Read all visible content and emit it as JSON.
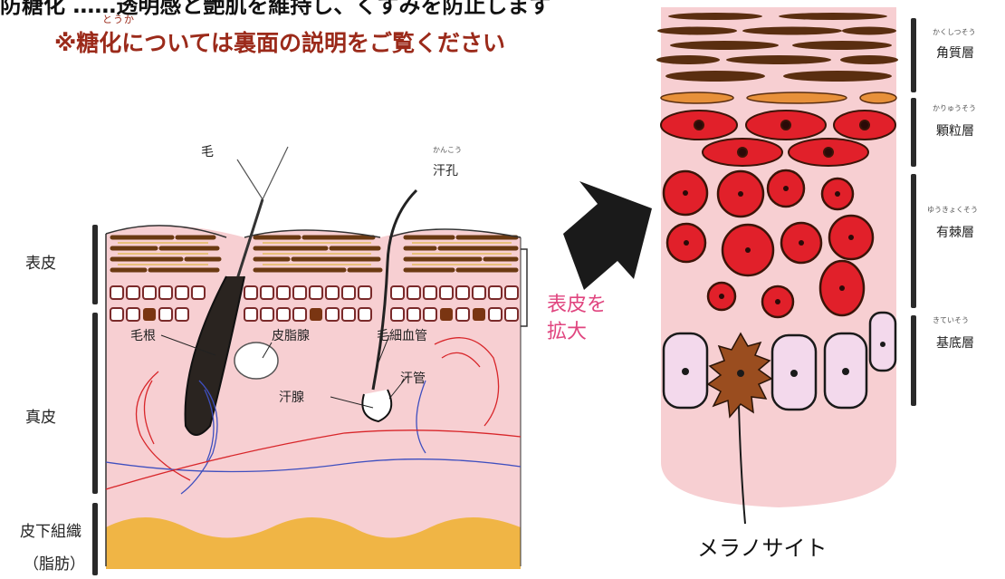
{
  "header": {
    "line_top": "防糖化 ……透明感と艶肌を維持し、くすみを防止します",
    "subtitle": "※糖化については裏面の説明をご覧ください",
    "subtitle_ruby": "とうか"
  },
  "left_diagram": {
    "layers": {
      "epidermis": "表皮",
      "dermis": "真皮",
      "subcutis_line1": "皮下組織",
      "subcutis_line2": "（脂肪）"
    },
    "labels": {
      "hair": "毛",
      "pore_ruby": "かんこう",
      "pore": "汗孔",
      "hair_root": "毛根",
      "sebaceous_gland": "皮脂腺",
      "capillary": "毛細血管",
      "sweat_duct": "汗管",
      "sweat_gland": "汗腺"
    }
  },
  "enlarge": {
    "line1": "表皮を",
    "line2": "拡大"
  },
  "right_diagram": {
    "layers": [
      {
        "ruby": "かくしつそう",
        "name": "角質層"
      },
      {
        "ruby": "かりゅうそう",
        "name": "顆粒層"
      },
      {
        "ruby": "ゆうきょくそう",
        "name": "有棘層"
      },
      {
        "ruby": "きていそう",
        "name": "基底層"
      }
    ],
    "melanocyte_label": "メラノサイト"
  },
  "colors": {
    "skin_pink": "#f7cfd2",
    "fat_orange": "#f0b545",
    "cell_red": "#e1202a",
    "keratin_brown": "#5a2e10",
    "melanocyte_brown": "#9a4d1f",
    "accent_pink_text": "#e0457f"
  }
}
